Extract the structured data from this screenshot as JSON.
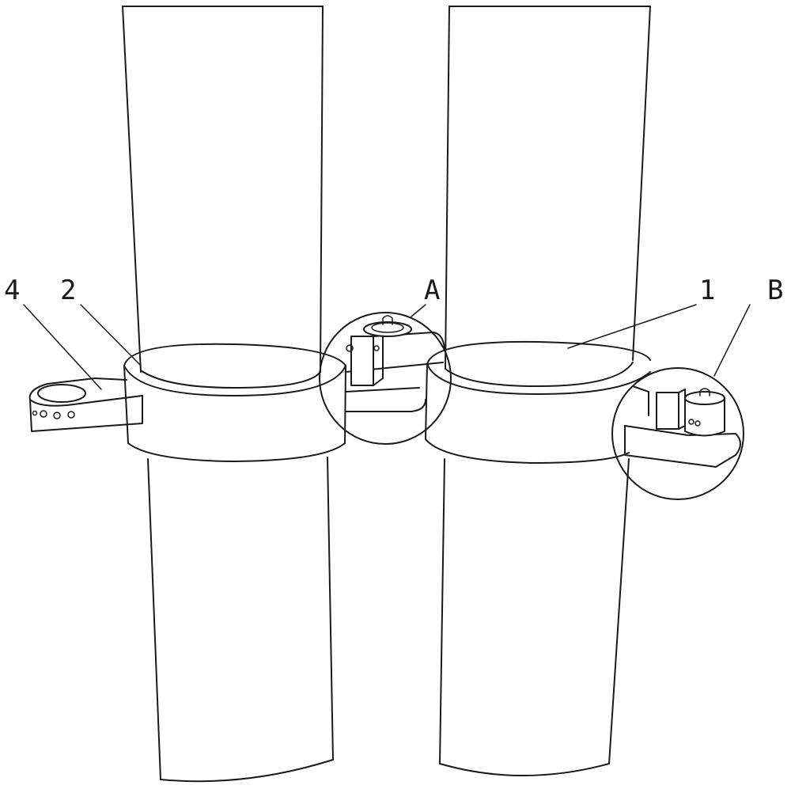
{
  "labels": {
    "part_4": "4",
    "part_2": "2",
    "detail_a": "A",
    "part_1": "1",
    "detail_b": "B"
  },
  "colors": {
    "line": "#1a1a1a",
    "background": "#ffffff"
  }
}
